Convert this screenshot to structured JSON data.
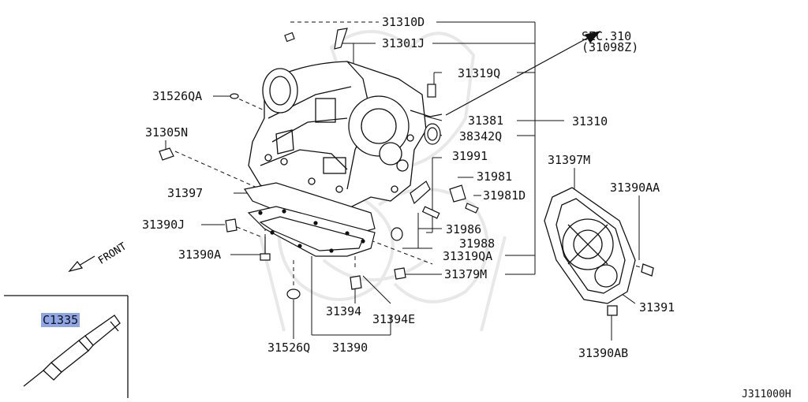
{
  "diagram_id": "J311000H",
  "front_label": "FRONT",
  "sec_ref": {
    "line1": "SEC.310",
    "line2": "(31098Z)"
  },
  "callout_label": "C1335",
  "parts": [
    {
      "code": "31310D"
    },
    {
      "code": "31301J"
    },
    {
      "code": "31319Q"
    },
    {
      "code": "31381"
    },
    {
      "code": "38342Q"
    },
    {
      "code": "31310"
    },
    {
      "code": "31526QA"
    },
    {
      "code": "31305N"
    },
    {
      "code": "31991"
    },
    {
      "code": "31981"
    },
    {
      "code": "31981D"
    },
    {
      "code": "31397"
    },
    {
      "code": "31986"
    },
    {
      "code": "31988"
    },
    {
      "code": "31390J"
    },
    {
      "code": "31319QA"
    },
    {
      "code": "31390A"
    },
    {
      "code": "31379M"
    },
    {
      "code": "31394"
    },
    {
      "code": "31394E"
    },
    {
      "code": "31526Q"
    },
    {
      "code": "31390"
    },
    {
      "code": "31397M"
    },
    {
      "code": "31390AA"
    },
    {
      "code": "31391"
    },
    {
      "code": "31390AB"
    }
  ]
}
